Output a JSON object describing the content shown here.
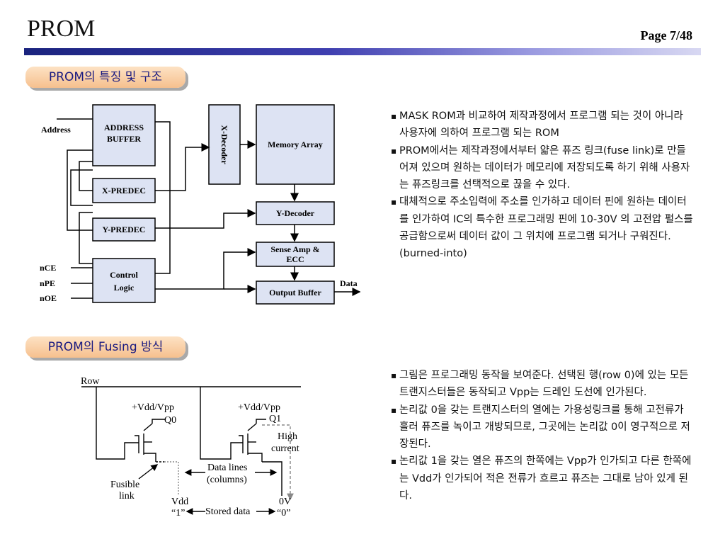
{
  "header": {
    "title": "PROM",
    "page": "Page 7/48"
  },
  "sections": [
    {
      "heading": "PROM의 특징 및 구조",
      "bullets": [
        "MASK ROM과 비교하여 제작과정에서 프로그램 되는 것이 아니라 사용자에 의하여 프로그램 되는 ROM",
        "PROM에서는 제작과정에서부터 얇은 퓨즈 링크(fuse link)로 만들어져 있으며 원하는 데이터가 메모리에 저장되도록 하기 위해 사용자는 퓨즈링크를 선택적으로 끊을 수 있다.",
        "대체적으로 주소입력에 주소를 인가하고 데이터 핀에 원하는 데이터를 인가하여 IC의 특수한 프로그래밍 핀에 10-30V 의 고전압 펄스를 공급함으로써 데이터 값이 그 위치에 프로그램 되거나 구워진다.(burned-into)"
      ]
    },
    {
      "heading": "PROM의 Fusing 방식",
      "bullets": [
        "그림은 프로그래밍 동작을 보여준다. 선택된 행(row 0)에 있는 모든 트랜지스터들은 동작되고 Vpp는 드레인 도선에 인가된다.",
        "논리값 0을 갖는 트랜지스터의 열에는 가용성링크를 통해 고전류가 흘러 퓨즈를 녹이고 개방되므로, 그곳에는 논리값 0이 영구적으로 저장된다.",
        "논리값 1을 갖는 열은 퓨즈의 한쪽에는 Vpp가 인가되고 다른 한쪽에는 Vdd가 인가되어 적은 전류가 흐르고 퓨즈는 그대로 남아 있게 된다."
      ]
    }
  ],
  "block_diagram": {
    "address_buffer_line1": "ADDRESS",
    "address_buffer_line2": "BUFFER",
    "x_predec": "X-PREDEC",
    "y_predec": "Y-PREDEC",
    "control_line1": "Control",
    "control_line2": "Logic",
    "x_decoder": "X-Decoder",
    "memory_array": "Memory Array",
    "y_decoder": "Y-Decoder",
    "sense_amp_line1": "Sense Amp &",
    "sense_amp_line2": "ECC",
    "output_buffer": "Output Buffer",
    "in_address": "Address",
    "in_nce": "nCE",
    "in_npe": "nPE",
    "in_noe": "nOE",
    "out_data": "Data",
    "box_fill": "#dde3f3"
  },
  "fusing_diagram": {
    "row": "Row",
    "vdd_vpp_left": "+Vdd/Vpp",
    "vdd_vpp_right": "+Vdd/Vpp",
    "q0": "Q0",
    "q1": "Q1",
    "high_line1": "High",
    "high_line2": "current",
    "data_lines_line1": "Data lines",
    "data_lines_line2": "(columns)",
    "fusible_line1": "Fusible",
    "fusible_line2": "link",
    "vdd": "Vdd",
    "zero_v": "0V",
    "stored_one": "“1”",
    "stored_zero": "“0”",
    "stored_data": "Stored data"
  }
}
